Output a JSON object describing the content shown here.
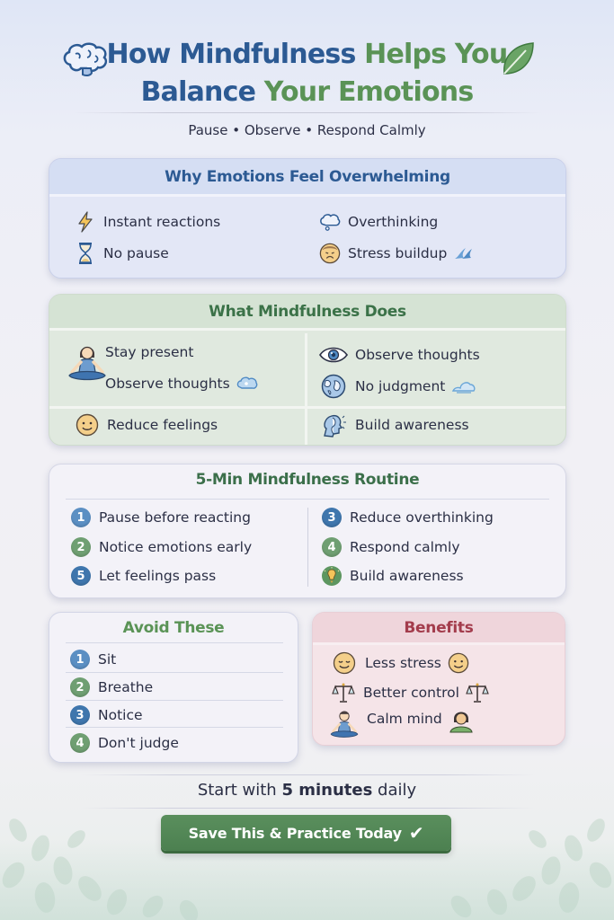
{
  "header": {
    "title_line1_part1": "How Mindfulness",
    "title_line1_part2": "Helps You",
    "title_line2_part1": "Balance",
    "title_line2_part2": "Your Emotions",
    "subtitle": "Pause • Observe • Respond Calmly"
  },
  "why": {
    "title": "Why Emotions Feel Overwhelming",
    "items": [
      {
        "label": "Instant reactions",
        "icon": "lightning-icon"
      },
      {
        "label": "Overthinking",
        "icon": "thought-cloud-icon"
      },
      {
        "label": "No pause",
        "icon": "hourglass-icon"
      },
      {
        "label": "Stress buildup",
        "icon": "stressed-face-icon"
      }
    ]
  },
  "does": {
    "title": "What Mindfulness Does",
    "items": [
      {
        "label": "Stay present",
        "icon": "meditating-person-icon"
      },
      {
        "label": "Observe thoughts",
        "icon": "cloud-icon"
      },
      {
        "label": "Observe thoughts",
        "icon": "eye-icon"
      },
      {
        "label": "No judgment",
        "icon": "globe-icon"
      },
      {
        "label": "Reduce feelings",
        "icon": "smiley-icon"
      },
      {
        "label": "Build awareness",
        "icon": "head-profile-icon"
      }
    ]
  },
  "routine": {
    "title": "5-Min Mindfulness Routine",
    "items": [
      {
        "num": "1",
        "label": "Pause before reacting"
      },
      {
        "num": "2",
        "label": "Notice emotions early"
      },
      {
        "num": "5",
        "label": "Let feelings pass"
      },
      {
        "num": "3",
        "label": "Reduce overthinking"
      },
      {
        "num": "4",
        "label": "Respond calmly"
      },
      {
        "num": "",
        "label": "Build awareness",
        "icon": "lightbulb-icon"
      }
    ]
  },
  "avoid": {
    "title": "Avoid These",
    "items": [
      {
        "num": "1",
        "label": "Sit"
      },
      {
        "num": "2",
        "label": "Breathe"
      },
      {
        "num": "3",
        "label": "Notice"
      },
      {
        "num": "4",
        "label": "Don't judge"
      }
    ]
  },
  "benefits": {
    "title": "Benefits",
    "items": [
      {
        "label": "Less stress",
        "icon": "relaxed-face-icon"
      },
      {
        "label": "Better control",
        "icon": "balance-scale-icon"
      },
      {
        "label": "Calm mind",
        "icon": "meditating-person-icon"
      }
    ]
  },
  "footer": {
    "text_pre": "Start with ",
    "text_bold": "5 minutes",
    "text_post": " daily",
    "cta_label": "Save This & Practice Today",
    "cta_icon": "✔"
  },
  "colors": {
    "blue": "#2c5a93",
    "green": "#5a9356",
    "red": "#a33c4c",
    "cta": "#4f8453"
  }
}
